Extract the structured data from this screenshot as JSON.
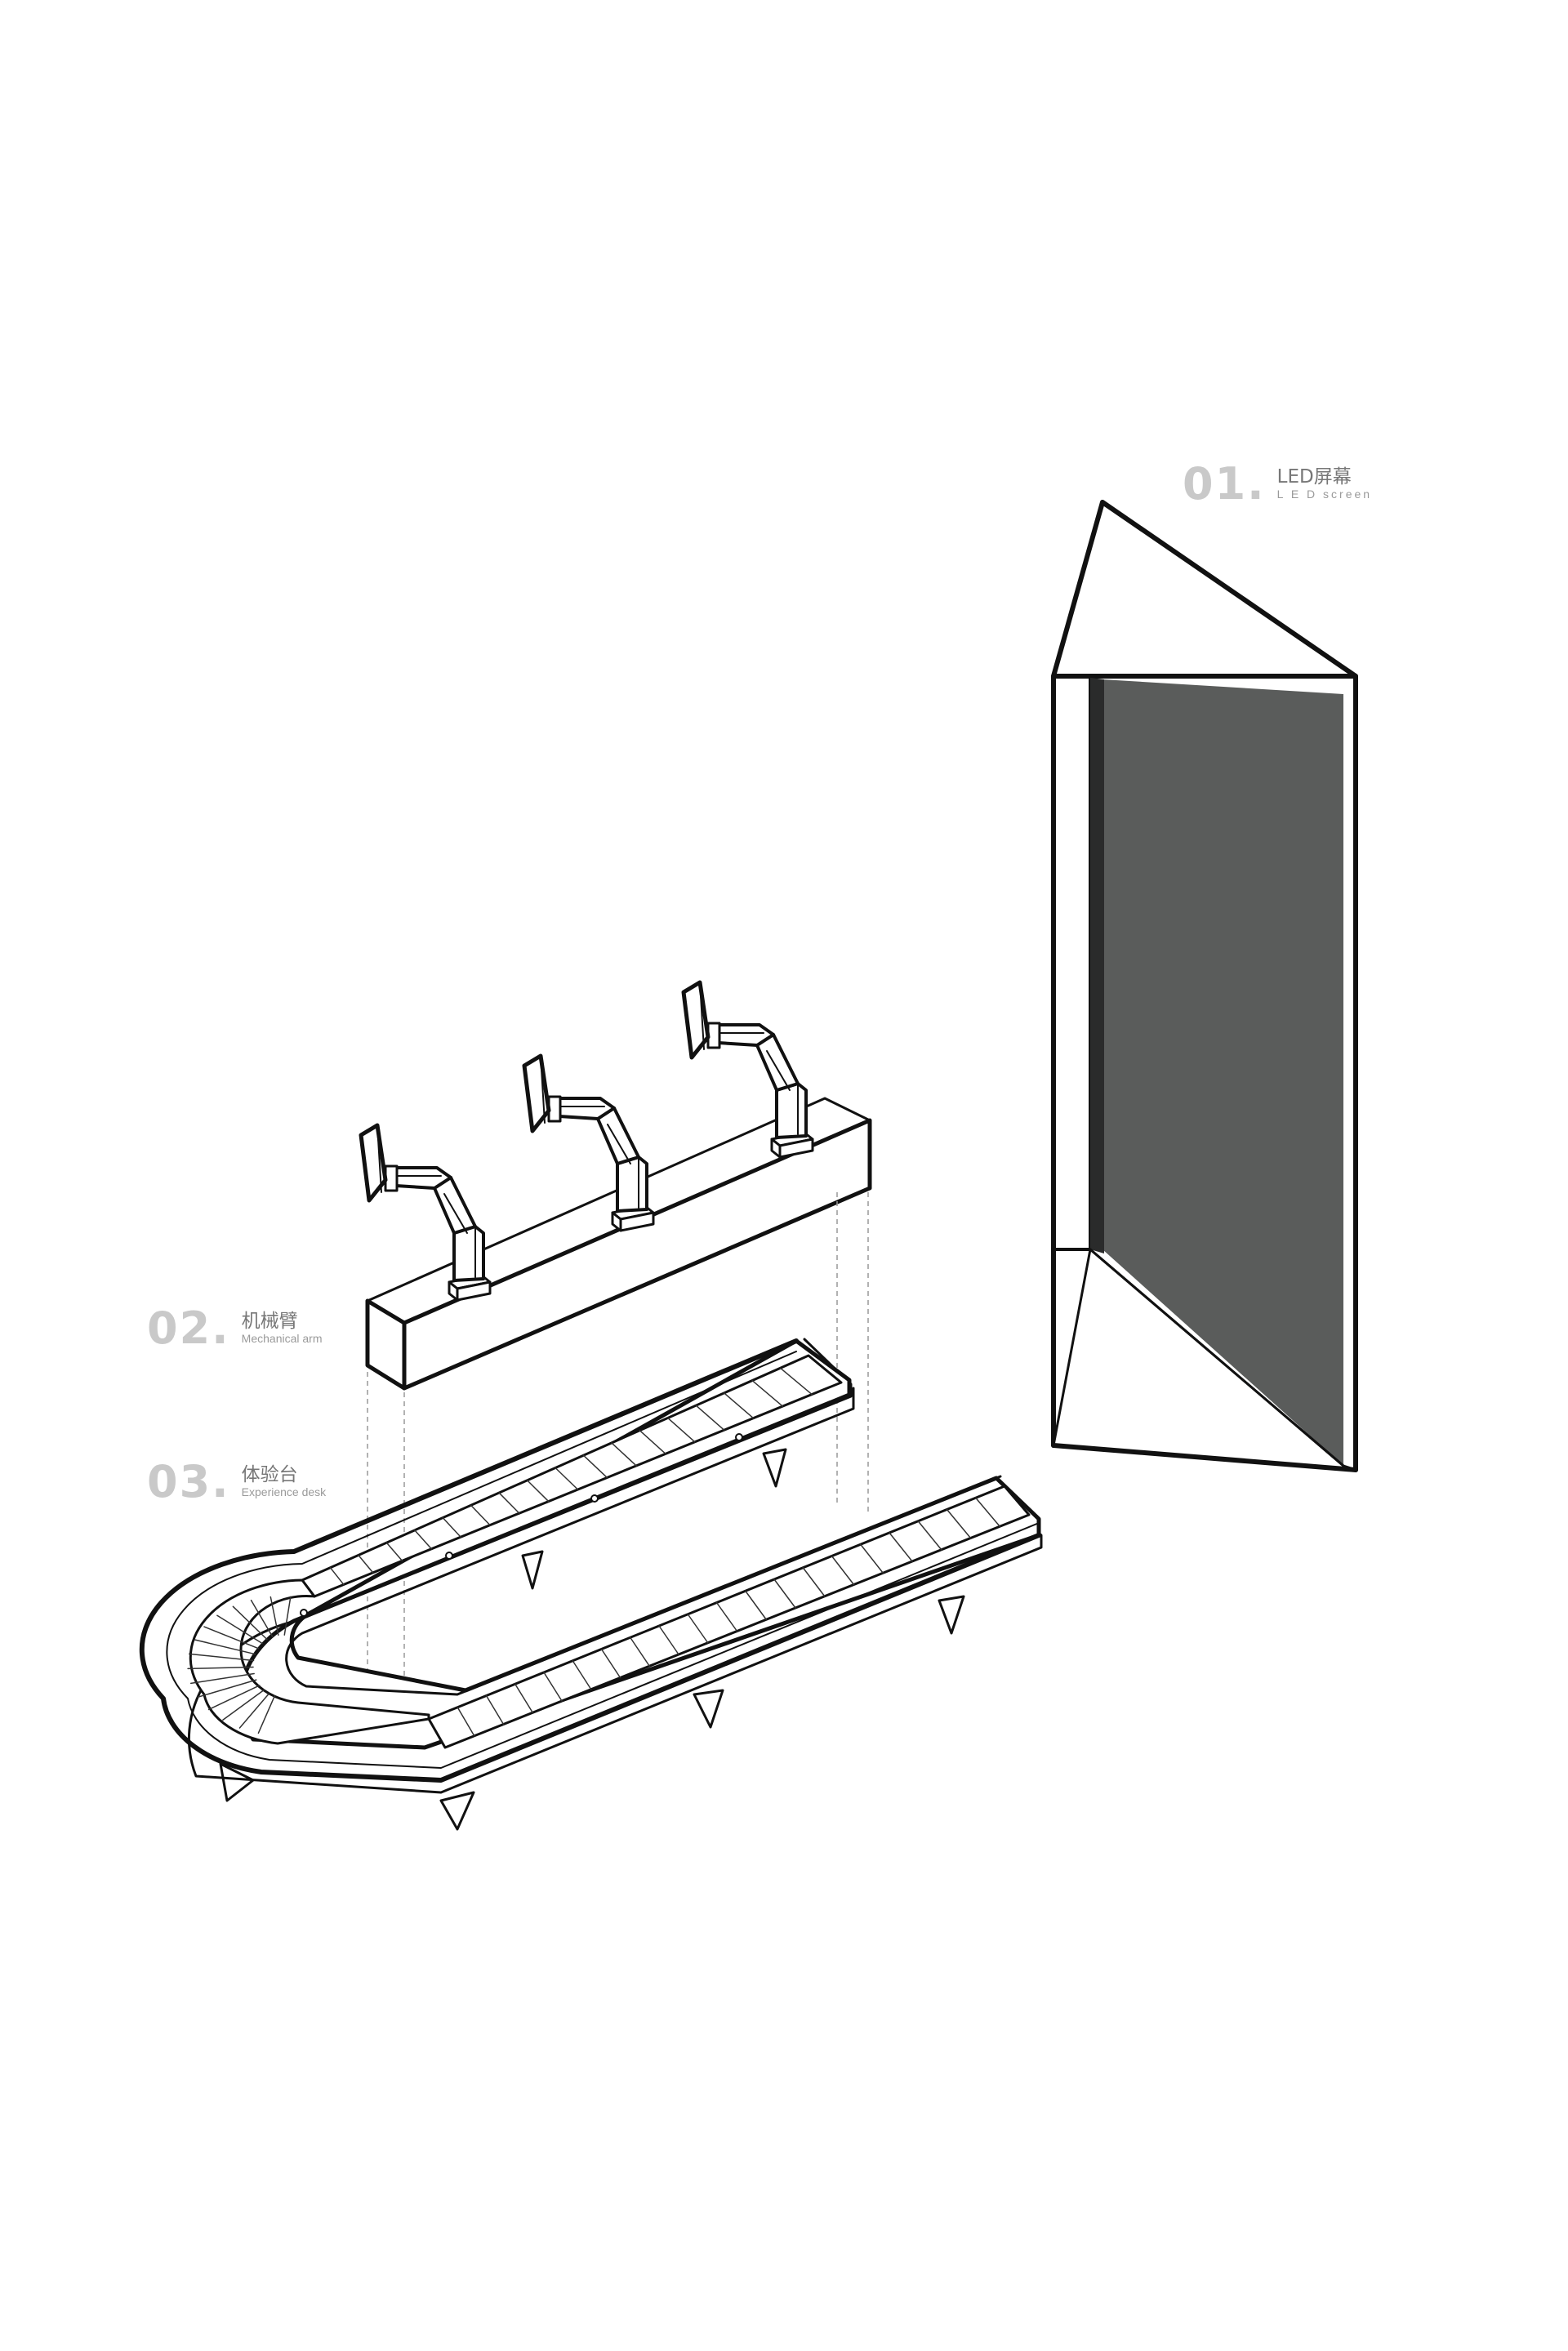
{
  "labels": [
    {
      "num": "01.",
      "cn": "LED屏幕",
      "en": "L E D screen"
    },
    {
      "num": "02.",
      "cn": "机械臂",
      "en": "Mechanical arm"
    },
    {
      "num": "03.",
      "cn": "体验台",
      "en": "Experience desk"
    }
  ],
  "colors": {
    "background": "#ffffff",
    "stroke": "#111111",
    "screen_face": "#5a5c5b",
    "label_number": "#c9c9c9",
    "label_text": "#777777",
    "guide_line": "#999999"
  },
  "components": {
    "screen": "led-screen",
    "arms": "mechanical-arm",
    "desk": "experience-desk"
  }
}
